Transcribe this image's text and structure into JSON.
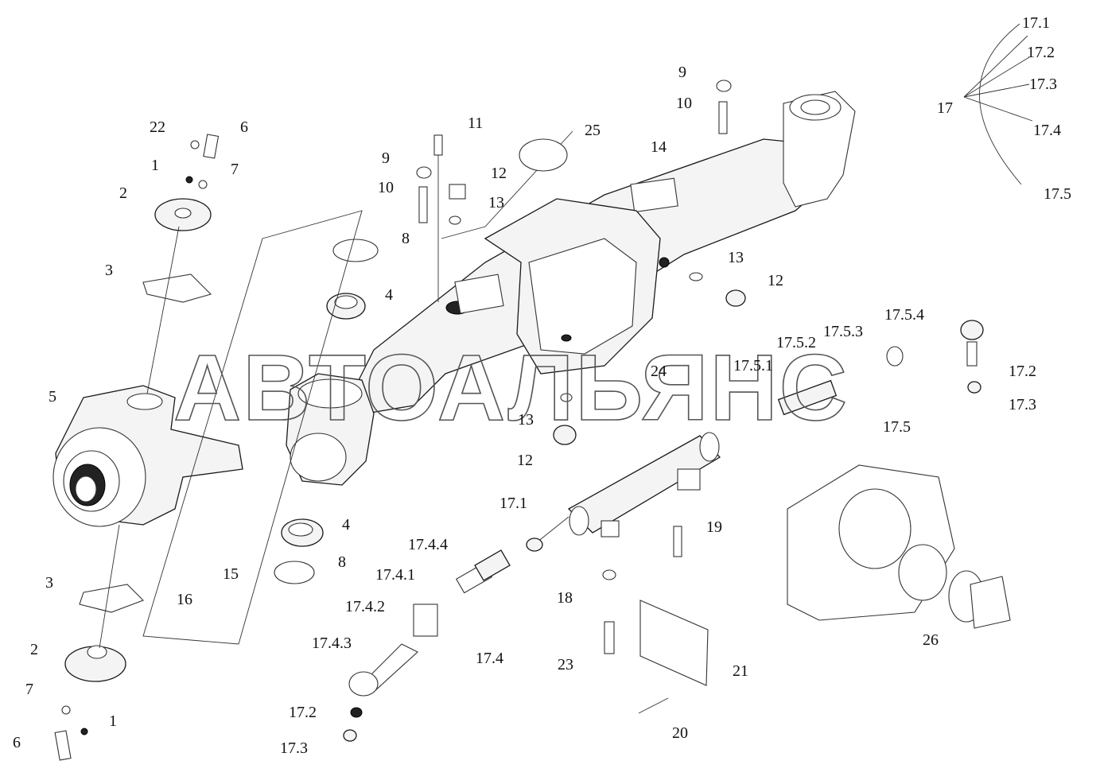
{
  "watermark": "АВТОАЛЬЯНС",
  "callouts": [
    {
      "id": "c1",
      "text": "17.1"
    },
    {
      "id": "c2",
      "text": "17.2"
    },
    {
      "id": "c3",
      "text": "17.3"
    },
    {
      "id": "c4",
      "text": "17"
    },
    {
      "id": "c5",
      "text": "17.4"
    },
    {
      "id": "c6",
      "text": "17.5"
    },
    {
      "id": "c7",
      "text": "9"
    },
    {
      "id": "c8",
      "text": "10"
    },
    {
      "id": "c9",
      "text": "14"
    },
    {
      "id": "c10",
      "text": "25"
    },
    {
      "id": "c11",
      "text": "11"
    },
    {
      "id": "c12",
      "text": "9"
    },
    {
      "id": "c13",
      "text": "10"
    },
    {
      "id": "c14",
      "text": "12"
    },
    {
      "id": "c15",
      "text": "13"
    },
    {
      "id": "c16",
      "text": "8"
    },
    {
      "id": "c17",
      "text": "4"
    },
    {
      "id": "c18",
      "text": "13"
    },
    {
      "id": "c19",
      "text": "12"
    },
    {
      "id": "c20",
      "text": "22"
    },
    {
      "id": "c21",
      "text": "6"
    },
    {
      "id": "c22",
      "text": "1"
    },
    {
      "id": "c23",
      "text": "7"
    },
    {
      "id": "c24",
      "text": "2"
    },
    {
      "id": "c25",
      "text": "3"
    },
    {
      "id": "c26",
      "text": "5"
    },
    {
      "id": "c27",
      "text": "17.5.4"
    },
    {
      "id": "c28",
      "text": "17.5.3"
    },
    {
      "id": "c29",
      "text": "17.5.2"
    },
    {
      "id": "c30",
      "text": "17.5.1"
    },
    {
      "id": "c31",
      "text": "24"
    },
    {
      "id": "c32",
      "text": "17.2"
    },
    {
      "id": "c33",
      "text": "17.3"
    },
    {
      "id": "c34",
      "text": "17.5"
    },
    {
      "id": "c35",
      "text": "13"
    },
    {
      "id": "c36",
      "text": "12"
    },
    {
      "id": "c37",
      "text": "17.1"
    },
    {
      "id": "c38",
      "text": "19"
    },
    {
      "id": "c39",
      "text": "4"
    },
    {
      "id": "c40",
      "text": "8"
    },
    {
      "id": "c41",
      "text": "17.4.4"
    },
    {
      "id": "c42",
      "text": "17.4.1"
    },
    {
      "id": "c43",
      "text": "17.4.2"
    },
    {
      "id": "c44",
      "text": "17.4.3"
    },
    {
      "id": "c45",
      "text": "17.4"
    },
    {
      "id": "c46",
      "text": "15"
    },
    {
      "id": "c47",
      "text": "16"
    },
    {
      "id": "c48",
      "text": "3"
    },
    {
      "id": "c49",
      "text": "18"
    },
    {
      "id": "c50",
      "text": "23"
    },
    {
      "id": "c51",
      "text": "21"
    },
    {
      "id": "c52",
      "text": "20"
    },
    {
      "id": "c53",
      "text": "26"
    },
    {
      "id": "c54",
      "text": "2"
    },
    {
      "id": "c55",
      "text": "7"
    },
    {
      "id": "c56",
      "text": "1"
    },
    {
      "id": "c57",
      "text": "6"
    },
    {
      "id": "c58",
      "text": "17.2"
    },
    {
      "id": "c59",
      "text": "17.3"
    }
  ]
}
